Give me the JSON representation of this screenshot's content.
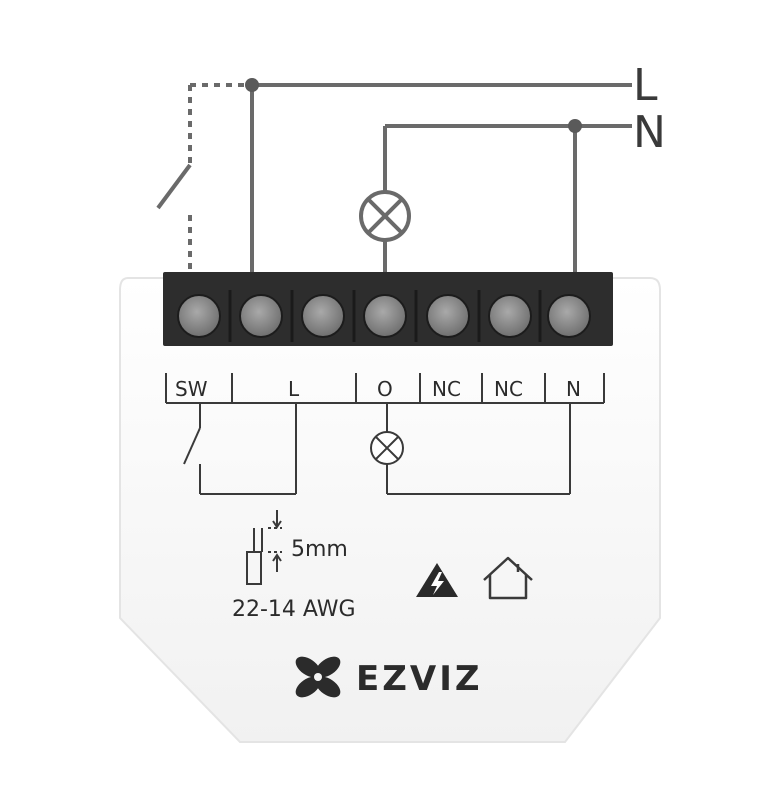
{
  "lines": {
    "live": "L",
    "neutral": "N"
  },
  "terminals": [
    {
      "label": "SW"
    },
    {
      "label": "L"
    },
    {
      "label": "O"
    },
    {
      "label": "NC"
    },
    {
      "label": "NC"
    },
    {
      "label": "N"
    }
  ],
  "strip_length": "5mm",
  "wire_gauge": "22-14 AWG",
  "icons": [
    "lamp-icon",
    "switch-icon",
    "high-voltage-warning-icon",
    "indoor-house-icon",
    "ezviz-logo-icon"
  ],
  "brand": "EZVIZ",
  "colors": {
    "wire": "#6a6a6a",
    "terminal_block": "#2d2d2d",
    "terminal_screw": "#8a8a8a",
    "housing": "#f7f7f7"
  }
}
